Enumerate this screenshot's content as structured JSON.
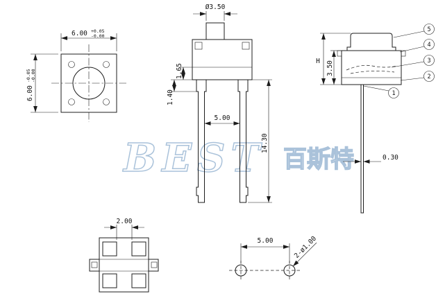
{
  "watermark": {
    "latin": "BEST",
    "cjk": "百斯特"
  },
  "top_view": {
    "width": "6.00",
    "width_tol_up": "+0.05",
    "width_tol_dn": "-0.00",
    "height": "6.00",
    "height_tol_up": "-0.05",
    "height_tol_dn": "-0.00"
  },
  "front_view": {
    "button_dia": "Ø3.50",
    "inner_height": "1.65",
    "shoulder_height": "1.40",
    "pin_span": "5.00",
    "total_height": "14.30"
  },
  "side_view": {
    "height_label": "H",
    "body_height": "3.50",
    "pin_thickness": "0.30",
    "callouts": {
      "c5": "5",
      "c4": "4",
      "c3": "3",
      "c2": "2",
      "c1": "1"
    }
  },
  "bottom_view": {
    "slot_width": "2.00"
  },
  "pcb_view": {
    "hole_pitch": "5.00",
    "hole_spec": "2-ø1.00"
  }
}
